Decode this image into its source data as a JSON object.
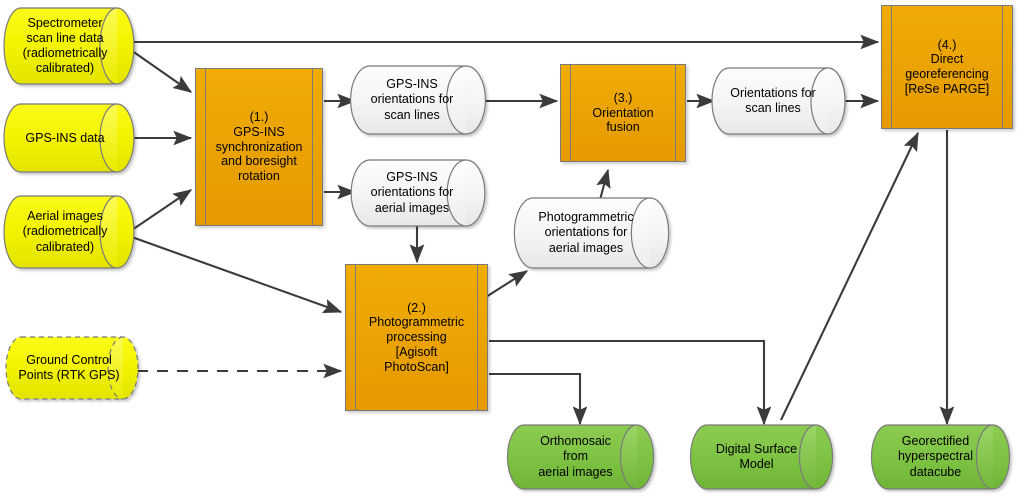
{
  "diagram": {
    "title": "Hyperspectral airborne data processing workflow",
    "colors": {
      "process_fill": "#ECA400",
      "data_yellow": "#F2F200",
      "data_green": "#7DC242",
      "data_white": "#F2F2F2",
      "stroke": "#7a7a7a",
      "arrow": "#3b3b3b"
    },
    "nodes": [
      {
        "id": "spectrometer",
        "kind": "cylinder",
        "color": "yellow",
        "label": "Spectrometer\nscan line data\n(radiometrically\ncalibrated)"
      },
      {
        "id": "gpsins_data",
        "kind": "cylinder",
        "color": "yellow",
        "label": "GPS-INS data"
      },
      {
        "id": "aerial_images",
        "kind": "cylinder",
        "color": "yellow",
        "label": "Aerial images\n(radiometrically\ncalibrated)"
      },
      {
        "id": "gcp",
        "kind": "cylinder",
        "color": "yellow",
        "dashed": true,
        "label": "Ground Control\nPoints (RTK GPS)"
      },
      {
        "id": "step1",
        "kind": "process",
        "label": "(1.)\nGPS-INS\nsynchronization\nand boresight\nrotation"
      },
      {
        "id": "step2",
        "kind": "process",
        "label": "(2.)\nPhotogrammetric\nprocessing\n[Agisoft\nPhotoScan]"
      },
      {
        "id": "step3",
        "kind": "process",
        "label": "(3.)\nOrientation\nfusion"
      },
      {
        "id": "step4",
        "kind": "process",
        "label": "(4.)\nDirect\ngeoreferencing\n[ReSe PARGE]"
      },
      {
        "id": "gpsins_scanlines",
        "kind": "cylinder",
        "color": "white",
        "label": "GPS-INS\norientations for\nscan lines"
      },
      {
        "id": "gpsins_aerial",
        "kind": "cylinder",
        "color": "white",
        "label": "GPS-INS\norientations for\naerial images"
      },
      {
        "id": "photogram_orient",
        "kind": "cylinder",
        "color": "white",
        "label": "Photogrammetric\norientations for\naerial images"
      },
      {
        "id": "orient_scanlines",
        "kind": "cylinder",
        "color": "white",
        "label": "Orientations for\nscan lines"
      },
      {
        "id": "orthomosaic",
        "kind": "cylinder",
        "color": "green",
        "label": "Orthomosaic\nfrom\naerial images"
      },
      {
        "id": "dsm",
        "kind": "cylinder",
        "color": "green",
        "label": "Digital Surface\nModel"
      },
      {
        "id": "datacube",
        "kind": "cylinder",
        "color": "green",
        "label": "Georectified\nhyperspectral\ndatacube"
      }
    ],
    "edges": [
      {
        "from": "spectrometer",
        "to": "step4",
        "style": "solid"
      },
      {
        "from": "spectrometer",
        "to": "step1",
        "style": "solid"
      },
      {
        "from": "gpsins_data",
        "to": "step1",
        "style": "solid"
      },
      {
        "from": "aerial_images",
        "to": "step1",
        "style": "solid"
      },
      {
        "from": "aerial_images",
        "to": "step2",
        "style": "solid"
      },
      {
        "from": "gcp",
        "to": "step2",
        "style": "dashed"
      },
      {
        "from": "step1",
        "to": "gpsins_scanlines",
        "style": "solid"
      },
      {
        "from": "step1",
        "to": "gpsins_aerial",
        "style": "solid"
      },
      {
        "from": "gpsins_scanlines",
        "to": "step3",
        "style": "solid"
      },
      {
        "from": "gpsins_aerial",
        "to": "step2",
        "style": "solid"
      },
      {
        "from": "step2",
        "to": "photogram_orient",
        "style": "solid"
      },
      {
        "from": "photogram_orient",
        "to": "step3",
        "style": "solid"
      },
      {
        "from": "step3",
        "to": "orient_scanlines",
        "style": "solid"
      },
      {
        "from": "orient_scanlines",
        "to": "step4",
        "style": "solid"
      },
      {
        "from": "step2",
        "to": "orthomosaic",
        "style": "solid"
      },
      {
        "from": "step2",
        "to": "dsm",
        "style": "solid"
      },
      {
        "from": "dsm",
        "to": "step4",
        "style": "solid"
      },
      {
        "from": "step4",
        "to": "datacube",
        "style": "solid"
      }
    ],
    "labels": {
      "spectrometer_l1": "Spectrometer",
      "spectrometer_l2": "scan line data",
      "spectrometer_l3": "(radiometrically",
      "spectrometer_l4": "calibrated)",
      "gpsins_data_l1": "GPS-INS data",
      "aerial_l1": "Aerial images",
      "aerial_l2": "(radiometrically",
      "aerial_l3": "calibrated)",
      "gcp_l1": "Ground Control",
      "gcp_l2": "Points (RTK GPS)",
      "step1_l1": "(1.)",
      "step1_l2": "GPS-INS",
      "step1_l3": "synchronization",
      "step1_l4": "and boresight",
      "step1_l5": "rotation",
      "step2_l1": "(2.)",
      "step2_l2": "Photogrammetric",
      "step2_l3": "processing",
      "step2_l4": "[Agisoft",
      "step2_l5": "PhotoScan]",
      "step3_l1": "(3.)",
      "step3_l2": "Orientation",
      "step3_l3": "fusion",
      "step4_l1": "(4.)",
      "step4_l2": "Direct",
      "step4_l3": "georeferencing",
      "step4_l4": "[ReSe PARGE]",
      "gpsins_scanlines_l1": "GPS-INS",
      "gpsins_scanlines_l2": "orientations for",
      "gpsins_scanlines_l3": "scan lines",
      "gpsins_aerial_l1": "GPS-INS",
      "gpsins_aerial_l2": "orientations for",
      "gpsins_aerial_l3": "aerial images",
      "photogram_l1": "Photogrammetric",
      "photogram_l2": "orientations for",
      "photogram_l3": "aerial images",
      "orient_scanlines_l1": "Orientations for",
      "orient_scanlines_l2": "scan lines",
      "orthomosaic_l1": "Orthomosaic",
      "orthomosaic_l2": "from",
      "orthomosaic_l3": "aerial images",
      "dsm_l1": "Digital Surface",
      "dsm_l2": "Model",
      "datacube_l1": "Georectified",
      "datacube_l2": "hyperspectral",
      "datacube_l3": "datacube"
    }
  }
}
